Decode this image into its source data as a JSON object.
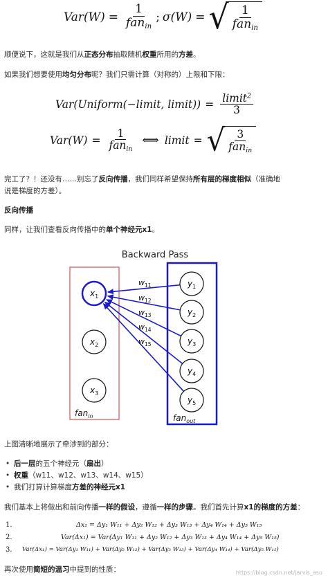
{
  "eq1": {
    "lhs": "Var(W)",
    "one": "1",
    "fan": "fan",
    "in": "in",
    "sep": ";",
    "sigma": "σ(W)",
    "eq": "="
  },
  "para1": {
    "pre": "顺便说下，这就是我们从",
    "b1": "正态分布",
    "mid": "抽取随机",
    "b2": "权重",
    "mid2": "所用的",
    "b3": "方差",
    "post": "。"
  },
  "para2": {
    "pre": "如果我们想要使用",
    "b1": "均匀分布",
    "post": "呢？我们只需计算（对称的）上限和下限："
  },
  "eq2": {
    "lhs": "Var(Uniform(−limit, limit))",
    "eq": "=",
    "num": "limit",
    "exp": "2",
    "den": "3"
  },
  "eq3": {
    "lhs": "Var(W)",
    "eq": "=",
    "one": "1",
    "fan": "fan",
    "in": "in",
    "iff": "⟺",
    "limit": "limit",
    "three": "3"
  },
  "para3": {
    "pre": "完工了？！还没有……别忘了",
    "b1": "反向传播",
    "mid": "，我们同样希望保持",
    "b2": "所有层的梯度相似",
    "post": "（准确地说是梯度的方差）。"
  },
  "heading": "反向传播",
  "para4": {
    "pre": "同样，让我们查看反向传播中的",
    "b1": "单个神经元x1",
    "post": "。"
  },
  "diagram": {
    "title": "Backward Pass",
    "x_nodes": [
      "x",
      "x",
      "x"
    ],
    "x_subs": [
      "1",
      "2",
      "3"
    ],
    "y_nodes": [
      "y",
      "y",
      "y",
      "y",
      "y"
    ],
    "y_subs": [
      "1",
      "2",
      "3",
      "4",
      "5"
    ],
    "weights": [
      "w",
      "w",
      "w",
      "w",
      "w"
    ],
    "weight_subs": [
      "11",
      "12",
      "13",
      "14",
      "15"
    ],
    "fan_in": "fan",
    "fan_in_sub": "in",
    "fan_out": "fan",
    "fan_out_sub": "out",
    "colors": {
      "fan_in_box": "#cc5555",
      "fan_out_box": "#1a1acc",
      "arrow": "#1a1acc",
      "highlight": "#1a1acc"
    }
  },
  "para5": "上图清晰地展示了牵涉到的部分：",
  "bullets": [
    {
      "b": "后一层",
      "t": "的五个神经元（",
      "b2": "扇出",
      "t2": "）"
    },
    {
      "b": "权重",
      "t": "（w11、w12、w13、w14、w15）",
      "b2": "",
      "t2": ""
    },
    {
      "b": "",
      "t": "我们打算计算梯度",
      "b2": "方差",
      "t2": "的神经元x1"
    }
  ],
  "para6": {
    "pre": "我们基本上将做出和前向传播",
    "b1": "一样的假设",
    "mid": "，遵循",
    "b2": "一样的步骤",
    "mid2": "。我们首先计算",
    "b3": "x1的梯度的方差",
    "post": "："
  },
  "equations": [
    {
      "num": "1.",
      "text": "Δx₁ = Δy₁ W₁₁ + Δy₂ W₁₂ + Δy₃ W₁₃ + Δy₄ W₁₄ + Δy₅ W₁₅"
    },
    {
      "num": "2.",
      "text": "Var(Δx₁) = Var(Δy₁ W₁₁ + Δy₂ W₁₂ + Δy₃ W₁₃ + Δy₄ W₁₄ + Δy₅ W₁₅)"
    },
    {
      "num": "3.",
      "text": "Var(Δx₁) = Var(Δy₁ W₁₁) + Var(Δy₂ W₁₂) + Var(Δy₃ W₁₃) + Var(Δy₄ W₁₄) + Var(Δy₅ W₁₅)"
    }
  ],
  "para7": {
    "pre": "再次使用",
    "b1": "简短的温习",
    "post": "中提到的性质："
  },
  "watermark": "https://blog.csdn.net/jarvis_asu"
}
